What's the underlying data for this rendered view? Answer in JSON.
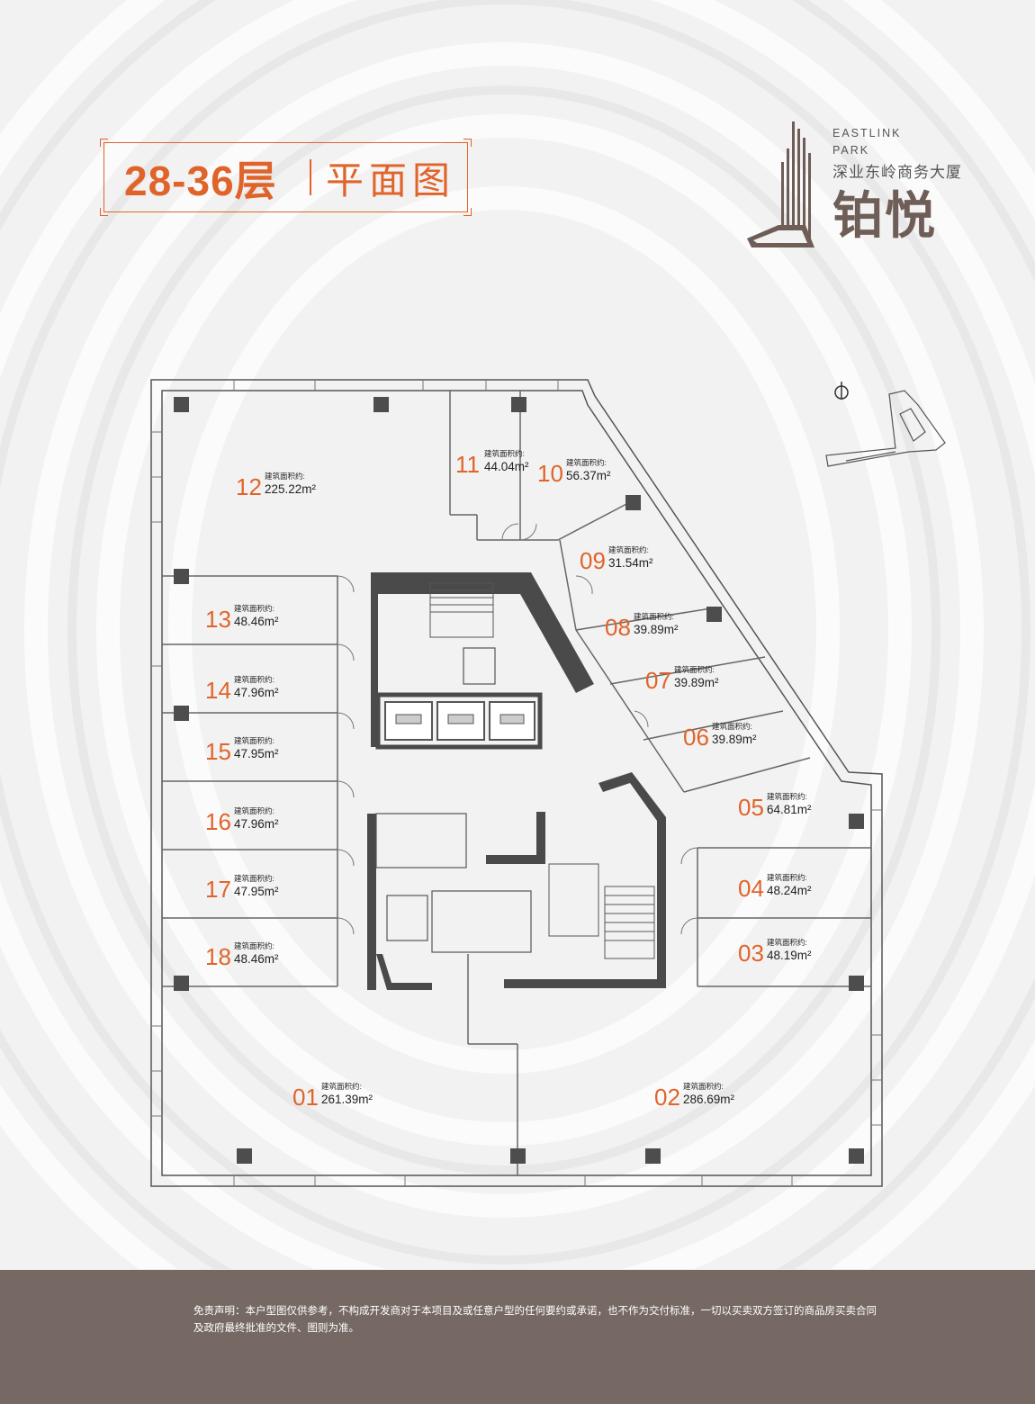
{
  "header": {
    "floors": "28-36层",
    "plan_title": "平面图"
  },
  "logo": {
    "en_line1": "EASTLINK",
    "en_line2": "PARK",
    "cn_name": "深业东岭商务大厦",
    "brand": "铂悦"
  },
  "units": [
    {
      "no": "01",
      "caption": "建筑面积约:",
      "area": "261.39m²"
    },
    {
      "no": "02",
      "caption": "建筑面积约:",
      "area": "286.69m²"
    },
    {
      "no": "03",
      "caption": "建筑面积约:",
      "area": "48.19m²"
    },
    {
      "no": "04",
      "caption": "建筑面积约:",
      "area": "48.24m²"
    },
    {
      "no": "05",
      "caption": "建筑面积约:",
      "area": "64.81m²"
    },
    {
      "no": "06",
      "caption": "建筑面积约:",
      "area": "39.89m²"
    },
    {
      "no": "07",
      "caption": "建筑面积约:",
      "area": "39.89m²"
    },
    {
      "no": "08",
      "caption": "建筑面积约:",
      "area": "39.89m²"
    },
    {
      "no": "09",
      "caption": "建筑面积约:",
      "area": "31.54m²"
    },
    {
      "no": "10",
      "caption": "建筑面积约:",
      "area": "56.37m²"
    },
    {
      "no": "11",
      "caption": "建筑面积约:",
      "area": "44.04m²"
    },
    {
      "no": "12",
      "caption": "建筑面积约:",
      "area": "225.22m²"
    },
    {
      "no": "13",
      "caption": "建筑面积约:",
      "area": "48.46m²"
    },
    {
      "no": "14",
      "caption": "建筑面积约:",
      "area": "47.96m²"
    },
    {
      "no": "15",
      "caption": "建筑面积约:",
      "area": "47.95m²"
    },
    {
      "no": "16",
      "caption": "建筑面积约:",
      "area": "47.96m²"
    },
    {
      "no": "17",
      "caption": "建筑面积约:",
      "area": "47.95m²"
    },
    {
      "no": "18",
      "caption": "建筑面积约:",
      "area": "48.46m²"
    }
  ],
  "footer": {
    "disclaimer": "免责声明：本户型图仅供参考，不构成开发商对于本项目及或任意户型的任何要约或承诺，也不作为交付标准，一切以买卖双方签订的商品房买卖合同及政府最终批准的文件、图则为准。"
  },
  "colors": {
    "accent": "#e0642a",
    "footer_bg": "#766963",
    "wall": "#555555",
    "core": "#4a4a4a",
    "column": "#4d4d4d"
  },
  "icons": [
    "north-arrow-icon",
    "site-key-plan-icon",
    "tower-logo-icon"
  ]
}
